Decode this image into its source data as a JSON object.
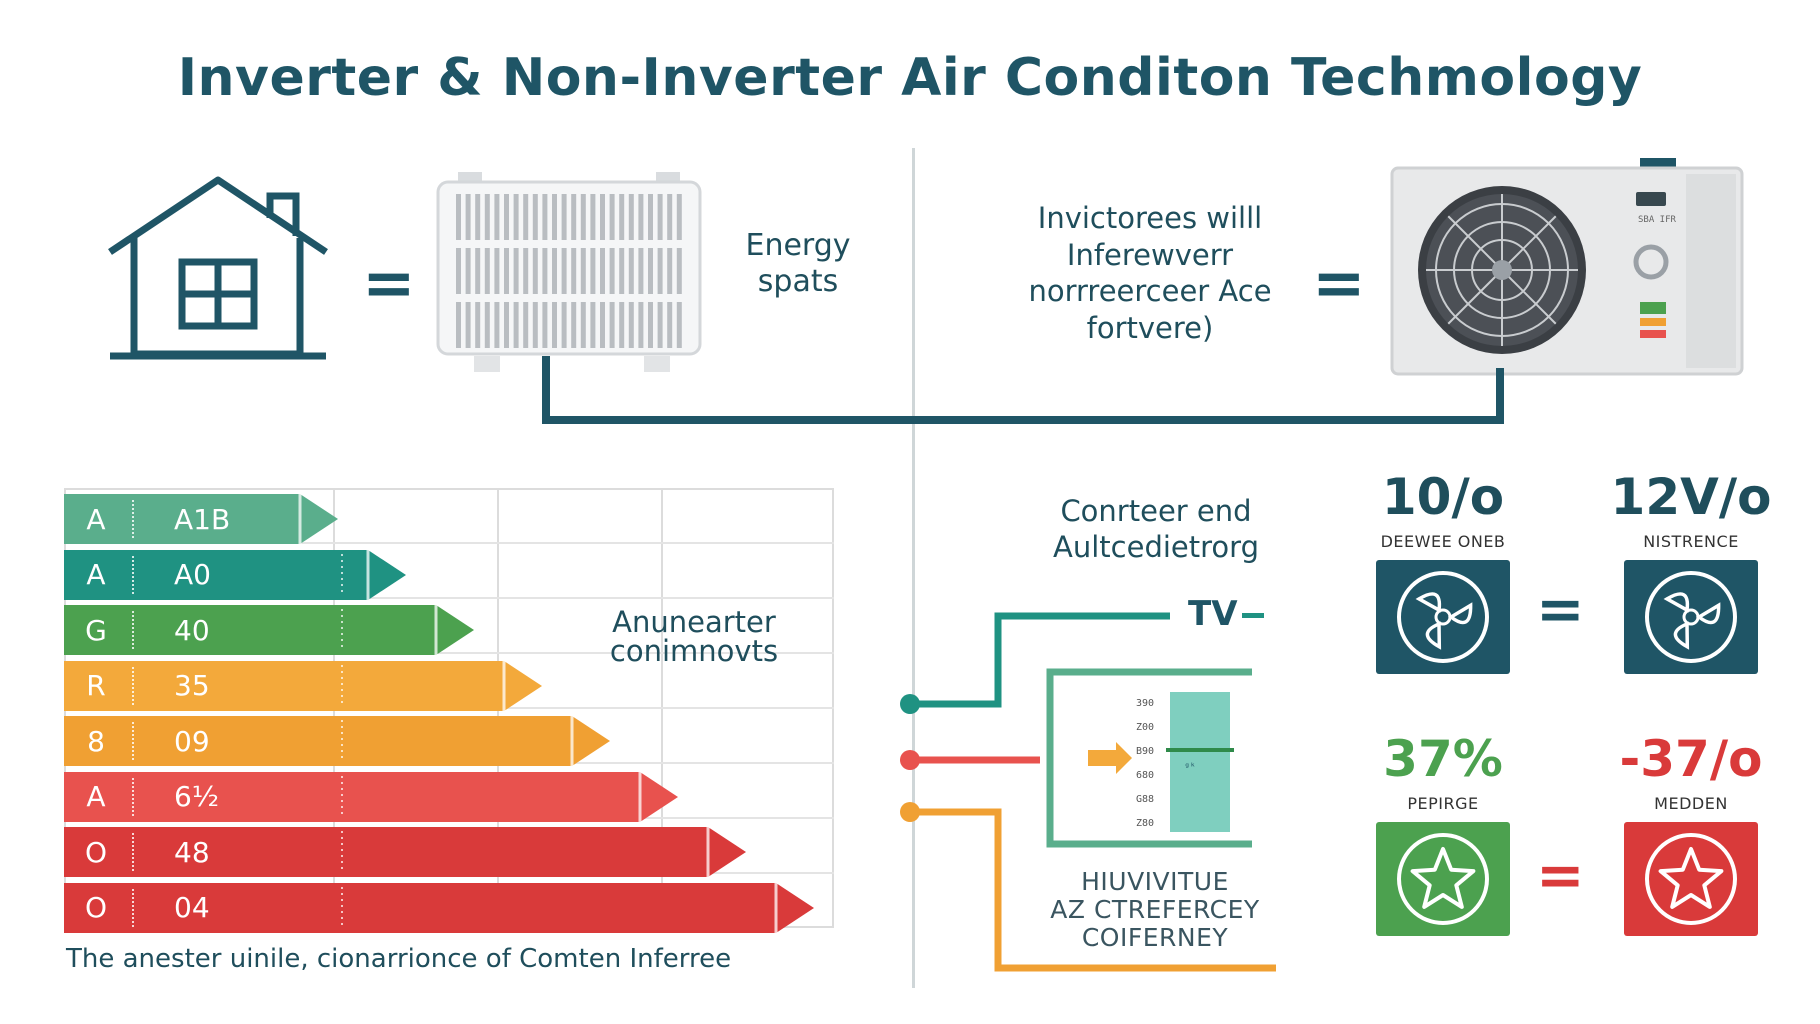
{
  "title": "Inverter & Non-Inverter Air Conditon Techmology",
  "top_left": {
    "energy_label": "Energy\nspats",
    "equals": "="
  },
  "top_right": {
    "desc": "Invictorees willl\nInferewverr\nnorrreerceer Ace\nfortvere)",
    "equals": "=",
    "unit_label": "SBA IFR"
  },
  "rating_chart": {
    "rows": [
      {
        "letter": "A",
        "value": "A1В",
        "color": "#5aae8c"
      },
      {
        "letter": "A",
        "value": "A0",
        "color": "#1f9282"
      },
      {
        "letter": "G",
        "value": "40",
        "color": "#4ca14f"
      },
      {
        "letter": "R",
        "value": "35",
        "color": "#f3a93b"
      },
      {
        "letter": "8",
        "value": "09",
        "color": "#f0a033"
      },
      {
        "letter": "A",
        "value": "6½",
        "color": "#e8524e"
      },
      {
        "letter": "O",
        "value": "48",
        "color": "#d93a3a"
      },
      {
        "letter": "O",
        "value": "04",
        "color": "#d93a3a"
      }
    ],
    "annotation": "Anunearter\nconimnovts",
    "caption": "The anester uinile, cionarrionce of Comten Inferree"
  },
  "diagram": {
    "heading": "Conrteer end\nAultcedietrorg",
    "tv_label": "TV",
    "scale_ticks": [
      "390",
      "Z00",
      "B90",
      "680",
      "G88",
      "Z80"
    ],
    "marker_label": "ᵍᵏ",
    "bottom_label": "HIUVIVITUE\nAZ CTREFERCEY\nCOIFERNEY"
  },
  "stats": [
    {
      "value": "10/o",
      "label": "DEEWEE ONEB",
      "color": "#1f4e5c",
      "tile_color": "#1f5566"
    },
    {
      "value": "12V/o",
      "label": "NISTRENCE",
      "color": "#1f4e5c",
      "tile_color": "#1f5566"
    },
    {
      "value": "37%",
      "label": "PEPIRGE",
      "color": "#4ca14f",
      "tile_color": "#4ca14f"
    },
    {
      "value": "-37/o",
      "label": "MEDDEN",
      "color": "#d93a3a",
      "tile_color": "#d93a3a"
    }
  ],
  "stats_equals": [
    "=",
    "="
  ]
}
